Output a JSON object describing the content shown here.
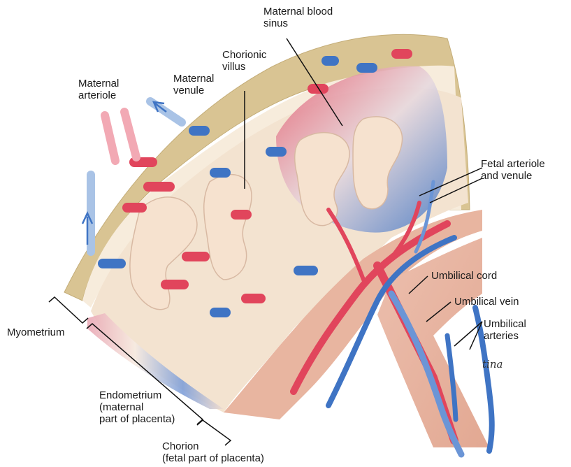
{
  "labels": {
    "maternal_blood_sinus": [
      "Maternal blood",
      "sinus"
    ],
    "chorionic_villus": [
      "Chorionic",
      "villus"
    ],
    "maternal_arteriole": [
      "Maternal",
      "arteriole"
    ],
    "maternal_venule": [
      "Maternal",
      "venule"
    ],
    "fetal_arteriole_venule": [
      "Fetal arteriole",
      "and venule"
    ],
    "umbilical_cord": "Umbilical cord",
    "umbilical_vein": "Umbilical vein",
    "umbilical_arteries": [
      "Umbilical",
      "arteries"
    ],
    "myometrium": "Myometrium",
    "endometrium": [
      "Endometrium",
      "(maternal",
      "part of placenta)"
    ],
    "chorion": [
      "Chorion",
      "(fetal part of placenta)"
    ]
  },
  "signature": "tina",
  "colors": {
    "myometrium": "#d9c493",
    "tissue": "#f3e3d0",
    "chorion_tissue": "#e6b39a",
    "artery_red": "#e1455c",
    "vein_blue": "#3f74c4",
    "light_blue": "#a9c3e6",
    "light_red": "#f2a9b4"
  }
}
